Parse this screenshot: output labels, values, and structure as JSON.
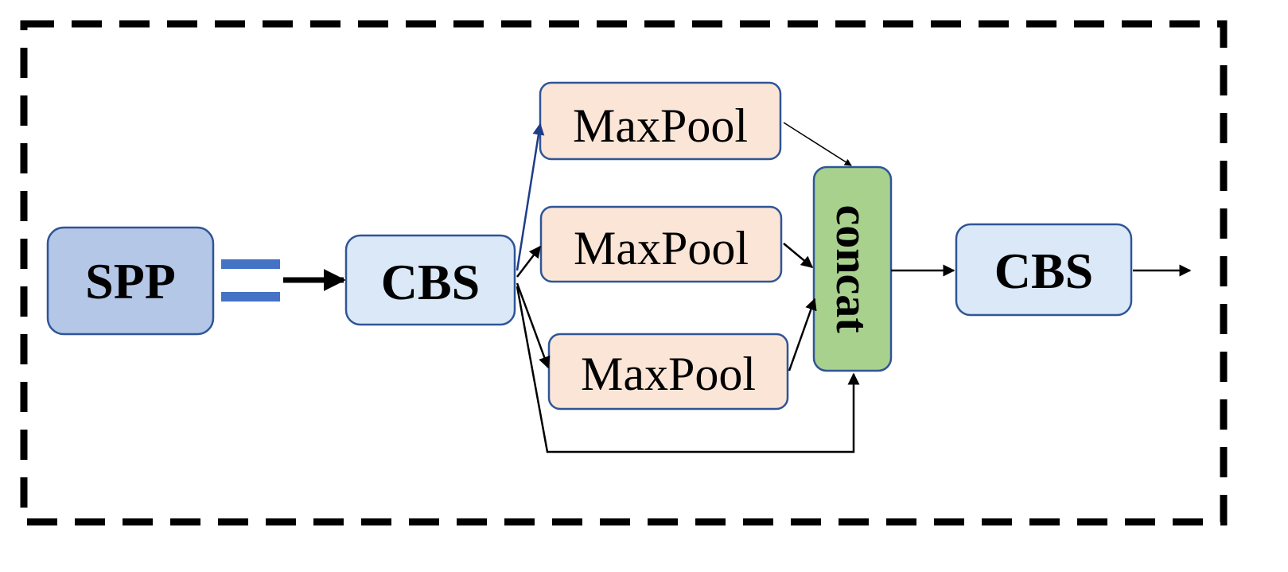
{
  "diagram": {
    "spp": {
      "label": "SPP",
      "fill": "#b4c7e7",
      "stroke": "#2f5597"
    },
    "equals_color": "#4472c4",
    "cbs_in": {
      "label": "CBS",
      "fill": "#dae8f7",
      "stroke": "#2f5597"
    },
    "maxpool_top": {
      "label": "MaxPool",
      "fill": "#fbe5d6",
      "stroke": "#2f5597"
    },
    "maxpool_mid": {
      "label": "MaxPool",
      "fill": "#fbe5d6",
      "stroke": "#2f5597"
    },
    "maxpool_bot": {
      "label": "MaxPool",
      "fill": "#fbe5d6",
      "stroke": "#2f5597"
    },
    "concat": {
      "label": "concat",
      "fill": "#a9d18e",
      "stroke": "#2f5597"
    },
    "cbs_out": {
      "label": "CBS",
      "fill": "#dae8f7",
      "stroke": "#2f5597"
    }
  }
}
